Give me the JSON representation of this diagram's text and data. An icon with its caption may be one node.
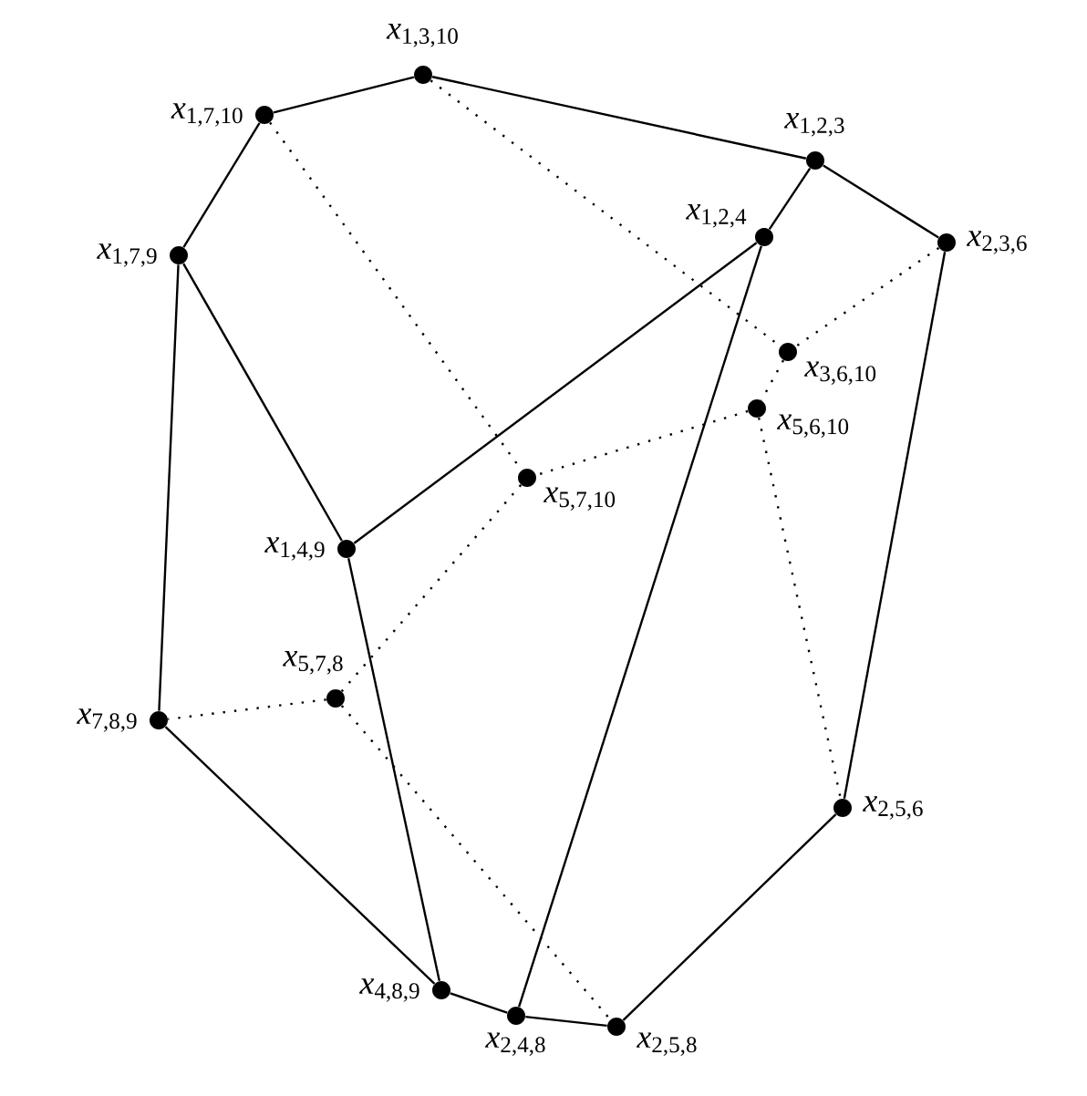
{
  "diagram": {
    "nodes": [
      {
        "text": [],
        "shape": "circle",
        "beside": [
          "*x*$_{1,3,10}$"
        ]
      },
      {
        "text": [],
        "shape": "circle",
        "beside": [
          "*x*$_{1,7,10}$"
        ]
      },
      {
        "text": [],
        "shape": "circle",
        "beside": [
          "*x*$_{1,2,3}$"
        ]
      },
      {
        "text": [],
        "shape": "circle",
        "beside": [
          "*x*$_{1,2,4}$"
        ]
      },
      {
        "text": [],
        "shape": "circle",
        "beside": [
          "*x*$_{2,3,6}$"
        ]
      },
      {
        "text": [],
        "shape": "circle",
        "beside": [
          "*x*$_{1,7,9}$"
        ]
      },
      {
        "text": [],
        "shape": "circle",
        "beside": [
          "*x*$_{3,6,10}$"
        ]
      },
      {
        "text": [],
        "shape": "circle",
        "beside": [
          "*x*$_{5,6,10}$"
        ]
      },
      {
        "text": [],
        "shape": "circle",
        "beside": [
          "*x*$_{5,7,10}$"
        ]
      },
      {
        "text": [],
        "shape": "circle",
        "beside": [
          "*x*$_{1,4,9}$"
        ]
      },
      {
        "text": [],
        "shape": "circle",
        "beside": [
          "*x*$_{5,7,8}$"
        ]
      },
      {
        "text": [],
        "shape": "circle",
        "beside": [
          "*x*$_{7,8,9}$"
        ]
      },
      {
        "text": [],
        "shape": "circle",
        "beside": [
          "*x*$_{2,5,6}$"
        ]
      },
      {
        "text": [],
        "shape": "circle",
        "beside": [
          "*x*$_{4,8,9}$"
        ]
      },
      {
        "text": [],
        "shape": "circle",
        "beside": [
          "*x*$_{2,4,8}$"
        ]
      },
      {
        "text": [],
        "shape": "circle",
        "beside": [
          "*x*$_{2,5,8}$"
        ]
      }
    ],
    "edges": [
      {
        "from": 1,
        "to": 0,
        "arrow": "none"
      },
      {
        "from": 0,
        "to": 2,
        "arrow": "none"
      },
      {
        "from": 2,
        "to": 4,
        "arrow": "none"
      },
      {
        "from": 2,
        "to": 3,
        "arrow": "none"
      },
      {
        "from": 1,
        "to": 5,
        "arrow": "none"
      },
      {
        "from": 5,
        "to": 9,
        "arrow": "none"
      },
      {
        "from": 5,
        "to": 11,
        "arrow": "none"
      },
      {
        "from": 3,
        "to": 9,
        "arrow": "none"
      },
      {
        "from": 3,
        "to": 14,
        "arrow": "none"
      },
      {
        "from": 4,
        "to": 12,
        "arrow": "none"
      },
      {
        "from": 9,
        "to": 13,
        "arrow": "none"
      },
      {
        "from": 11,
        "to": 13,
        "arrow": "none"
      },
      {
        "from": 13,
        "to": 14,
        "arrow": "none"
      },
      {
        "from": 14,
        "to": 15,
        "arrow": "none"
      },
      {
        "from": 15,
        "to": 12,
        "arrow": "none"
      },
      {
        "from": 0,
        "to": 6,
        "arrow": "none",
        "style": "dashed"
      },
      {
        "from": 1,
        "to": 8,
        "arrow": "none",
        "style": "dashed"
      },
      {
        "from": 4,
        "to": 6,
        "arrow": "none",
        "style": "dashed"
      },
      {
        "from": 6,
        "to": 7,
        "arrow": "none",
        "style": "dashed"
      },
      {
        "from": 7,
        "to": 8,
        "arrow": "none",
        "style": "dashed"
      },
      {
        "from": 7,
        "to": 12,
        "arrow": "none",
        "style": "dashed"
      },
      {
        "from": 8,
        "to": 10,
        "arrow": "none",
        "style": "dashed"
      },
      {
        "from": 10,
        "to": 11,
        "arrow": "none",
        "style": "dashed"
      },
      {
        "from": 10,
        "to": 15,
        "arrow": "none",
        "style": "dashed"
      }
    ]
  }
}
